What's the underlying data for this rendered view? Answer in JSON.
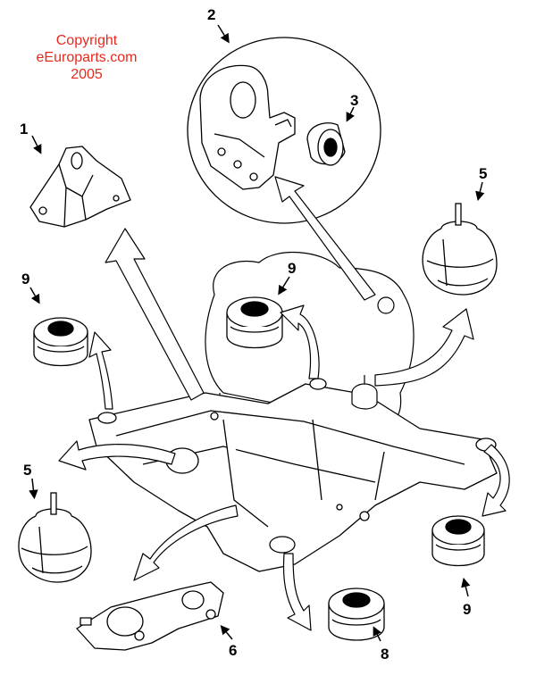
{
  "copyright": {
    "line1": "Copyright",
    "line2": "eEuroparts.com",
    "line3": "2005",
    "color": "#e8291c"
  },
  "callouts": {
    "part1": "1",
    "part2": "2",
    "part3": "3",
    "part5_right": "5",
    "part5_left": "5",
    "part6": "6",
    "part8": "8",
    "part9_left": "9",
    "part9_center": "9",
    "part9_right": "9"
  },
  "colors": {
    "ink": "#000000",
    "background": "#ffffff"
  }
}
